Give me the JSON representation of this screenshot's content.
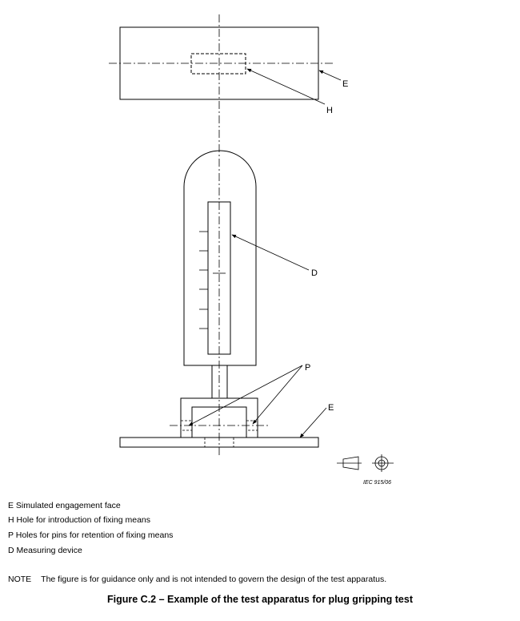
{
  "diagram": {
    "labels": {
      "e_top": "E",
      "h": "H",
      "d": "D",
      "p": "P",
      "e_base": "E"
    },
    "iec_ref": "IEC 915/06"
  },
  "key": [
    {
      "text": "E Simulated engagement face"
    },
    {
      "text": "H Hole for introduction of fixing means"
    },
    {
      "text": "P Holes for pins for retention of fixing means"
    },
    {
      "text": "D Measuring device"
    }
  ],
  "note": {
    "tag": "NOTE",
    "text": "The figure is for guidance only and is not intended to govern the design of the test apparatus."
  },
  "caption": "Figure C.2 – Example of the test apparatus for plug gripping test"
}
